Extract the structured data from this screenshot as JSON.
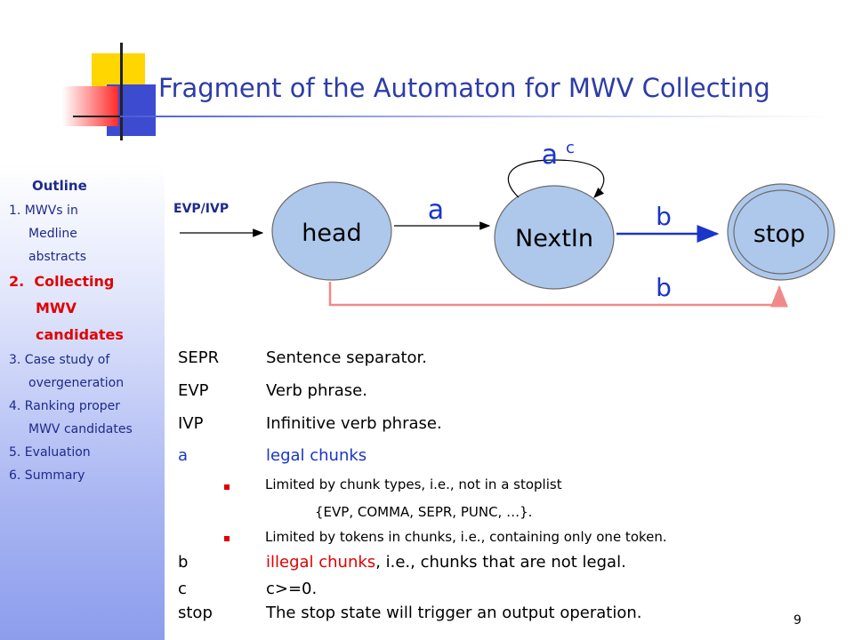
{
  "slide": {
    "title": "Fragment of the Automaton for MWV Collecting",
    "page_number": "9"
  },
  "outline": {
    "heading": "Outline",
    "items": [
      "1. MWVs in",
      "Medline",
      "abstracts",
      "2.  Collecting",
      "MWV",
      "candidates",
      "3. Case study of",
      "overgeneration",
      "4. Ranking proper",
      "MWV candidates",
      "5. Evaluation",
      "6. Summary"
    ]
  },
  "diagram": {
    "input_label": "EVP/IVP",
    "states": {
      "head": "head",
      "nextin": "NextIn",
      "stop": "stop"
    },
    "edge_a": "a",
    "loop_label": "a",
    "loop_sup": "c",
    "edge_b_top": "b",
    "edge_b_bottom": "b"
  },
  "legend": {
    "rows": [
      {
        "term": "SEPR",
        "def": "Sentence separator."
      },
      {
        "term": "EVP",
        "def": "Verb phrase."
      },
      {
        "term": "IVP",
        "def": "Infinitive verb phrase."
      },
      {
        "term": "a",
        "def": "legal chunks"
      },
      {
        "term": "b",
        "def_red": "illegal chunks",
        "def_rest": ", i.e., chunks that are not legal."
      },
      {
        "term": "c",
        "def": "c>=0."
      },
      {
        "term": "stop",
        "def": "The stop state will trigger an output operation."
      }
    ],
    "sub_bullets": [
      "Limited by chunk types, i.e., not in a stoplist",
      "{EVP, COMMA, SEPR, PUNC, …}.",
      "Limited by tokens in chunks, i.e., containing only one token."
    ]
  },
  "colors": {
    "title": "#2d3ca8",
    "state_fill": "#aec8ec",
    "accent_red": "#e00000",
    "edge_blue": "#1a35c8",
    "edge_pink": "#f08a8a"
  }
}
